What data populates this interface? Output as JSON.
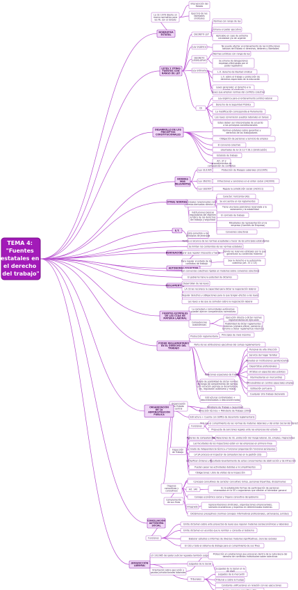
{
  "colors": {
    "accent": "#a21ab8",
    "line": "#b84fd0",
    "node_fill": "#f0d8f6"
  },
  "root": {
    "lines": [
      "TEMA 4:",
      "\"Fuentes",
      "estatales en",
      "el derecho",
      "del trabajo\""
    ]
  },
  "nodes": [
    {
      "id": "n1",
      "lines": [
        "Intervención del",
        "Estado"
      ],
      "level": 3
    },
    {
      "id": "n2",
      "lines": [
        "Ejercicio de las",
        "libertades",
        "sindicales"
      ],
      "level": 3
    },
    {
      "id": "n3",
      "lines": [
        "La CE 1978 diseña un",
        "marco normativo para",
        "las RL con el Estado"
      ],
      "level": 2
    },
    {
      "id": "n4",
      "lines": [
        "NORMATIVA",
        "ESTATAL"
      ],
      "level": 1
    },
    {
      "id": "n5",
      "lines": [
        "Normas con rango de ley"
      ],
      "level": 3
    },
    {
      "id": "n6",
      "lines": [
        "Emana el poder ejecutivo"
      ],
      "level": 3
    },
    {
      "id": "n7",
      "lines": [
        "DECRETO LEY"
      ],
      "level": 2
    },
    {
      "id": "n8",
      "lines": [
        "Aplicable en caso de extrema",
        "necesidad y/o de urgente"
      ],
      "level": 3
    },
    {
      "id": "n9",
      "lines": [
        "No puede afectar al ordenamiento de las instituciones",
        "básicas del Estado ni derechos, deberes y libertades"
      ],
      "level": 3
    },
    {
      "id": "n10",
      "lines": [
        "Ley orgánica"
      ],
      "level": 2
    },
    {
      "id": "n11",
      "lines": [
        "Normas jurídicas con rango de ley"
      ],
      "level": 3
    },
    {
      "id": "n12",
      "lines": [
        "DECRETO",
        "LEGISLATIVO"
      ],
      "level": 2
    },
    {
      "id": "n13",
      "lines": [
        "Se emana de delegaciones",
        "expresas efectuadas por el",
        "poder legislativo"
      ],
      "level": 3
    },
    {
      "id": "n14",
      "lines": [
        "LEYES Y OTRAS",
        "FUENTES CON",
        "RANGO DE LEY"
      ],
      "level": 1
    },
    {
      "id": "n15",
      "lines": [
        "Ley ordinaria"
      ],
      "level": 2
    },
    {
      "id": "n16",
      "lines": [
        "L.O. derecho de libertad sindical"
      ],
      "level": 3
    },
    {
      "id": "n17",
      "lines": [
        "L.O. sobre el trabajo y protección de",
        "derechos especiales de la educación"
      ],
      "level": 3
    },
    {
      "id": "n18",
      "lines": [
        "Leyes generales: el derecho a la",
        "huelga, el sindicato"
      ],
      "level": 3
    },
    {
      "id": "n19",
      "lines": [
        "Leyes que amplían normas del conflicto colectivo"
      ],
      "level": 3
    },
    {
      "id": "n20",
      "lines": [
        "Ley orgánica para el ordenamiento jurídico laboral"
      ],
      "level": 3
    },
    {
      "id": "n21",
      "lines": [
        "Derecho de la Seguridad Pública"
      ],
      "level": 3
    },
    {
      "id": "n22",
      "lines": [
        "La modificación correspondía al Parlamento"
      ],
      "level": 3
    },
    {
      "id": "n23",
      "lines": [
        "Los reyes convinieron puestos laborales en tareas"
      ],
      "level": 3
    },
    {
      "id": "n24",
      "lines": [
        "Estas deben ser interpretadas de acuerdo",
        "a los principios constitucionales"
      ],
      "level": 3
    },
    {
      "id": "n25",
      "lines": [
        "CE"
      ],
      "level": 2
    },
    {
      "id": "n26",
      "lines": [
        "DESARROLLO DE LOS",
        "PRECEPTOS",
        "CONSTITUCIONALES"
      ],
      "level": 1
    },
    {
      "id": "n27",
      "lines": [
        "Normas estatales sobre garantías y",
        "derechos de los trabajadores"
      ],
      "level": 3
    },
    {
      "id": "n28",
      "lines": [
        "Obligación de personas y servicio de empleo"
      ],
      "level": 3
    },
    {
      "id": "n29",
      "lines": [
        "El convenio colectivo"
      ],
      "level": 3
    },
    {
      "id": "n30",
      "lines": [
        "Libertades de la CE 12 Y 28.1 (Sindicación)"
      ],
      "level": 3
    },
    {
      "id": "n31",
      "lines": [
        "Estatuto de trabajo"
      ],
      "level": 3
    },
    {
      "id": "n32",
      "lines": [
        "Art. 37.2",
        "procedimientos de",
        "composición de conflictos"
      ],
      "level": 3
    },
    {
      "id": "n33",
      "lines": [
        "Protección de Riesgos Laborales (31/1995)"
      ],
      "level": 3
    },
    {
      "id": "n34",
      "lines": [
        "Ley 31/1995"
      ],
      "level": 2
    },
    {
      "id": "n35",
      "lines": [
        "NORMAS",
        "MÁS",
        "RELEVANTES"
      ],
      "level": 1
    },
    {
      "id": "n36",
      "lines": [
        "Infracciones y sanciones en el orden social (14/2000)"
      ],
      "level": 3
    },
    {
      "id": "n37",
      "lines": [
        "Ley 36/2011"
      ],
      "level": 2
    },
    {
      "id": "n38",
      "lines": [
        "Regula la jurisdicción social (14/2011)"
      ],
      "level": 3
    },
    {
      "id": "n39",
      "lines": [
        "Ley 18/2007"
      ],
      "level": 2
    },
    {
      "id": "n40",
      "lines": [
        "Caracter: horizontal (AS)"
      ],
      "level": 3
    },
    {
      "id": "n41",
      "lines": [
        "Principales relacionados con",
        "normas derivadas directa y"
      ],
      "level": 2
    },
    {
      "id": "n42",
      "lines": [
        "OTRAS NORMAS"
      ],
      "level": 1
    },
    {
      "id": "n43",
      "lines": [
        "Se encuentra en los reglamentos"
      ],
      "level": 3
    },
    {
      "id": "n44",
      "lines": [
        "Tiene una base posiciones reservada a la",
        "autonomía y la estabilidad"
      ],
      "level": 3
    },
    {
      "id": "n45",
      "lines": [
        "El contrato de trabajo"
      ],
      "level": 3
    },
    {
      "id": "n46",
      "lines": [
        "Instituciones básicas",
        "reguladoras del régimen",
        "jurídico de los derechos",
        "del trabajo y seguridad"
      ],
      "level": 2
    },
    {
      "id": "n47",
      "lines": [
        "Potestades de representación en la",
        "empresa (Comités de Empresa)"
      ],
      "level": 3
    },
    {
      "id": "n48",
      "lines": [
        "Convenios colectivos"
      ],
      "level": 3
    },
    {
      "id": "n49",
      "lines": [
        "E.T."
      ],
      "level": 1
    },
    {
      "id": "n50",
      "lines": [
        "Está sometido a los",
        "principios de jerarquía"
      ],
      "level": 2
    },
    {
      "id": "n51",
      "lines": [
        "Norma el alcance de las normas aceptadas y hacer de los principios estatutarios"
      ],
      "level": 3
    },
    {
      "id": "n52",
      "lines": [
        "Se limitan los contenidos de las normas estatales"
      ],
      "level": 3
    },
    {
      "id": "n53",
      "lines": [
        "DEROGACIÓN ORDENADORA"
      ],
      "level": 1
    },
    {
      "id": "n54",
      "lines": [
        "Lograr que regulen impuesto y fuerza"
      ],
      "level": 2
    },
    {
      "id": "n55",
      "lines": [
        "Donde las reservas estatales por lo que",
        "garantizan su contenido material"
      ],
      "level": 3
    },
    {
      "id": "n56",
      "lines": [
        "Para regular el estado de los",
        "contratos de trabajo"
      ],
      "level": 2
    },
    {
      "id": "n57",
      "lines": [
        "Sea la derecho a la autonomía",
        "colectiva (art. 37.1 CE)"
      ],
      "level": 3
    },
    {
      "id": "n58",
      "lines": [
        "AUTONOMÍA COLECTIVA"
      ],
      "level": 1
    },
    {
      "id": "n59",
      "lines": [
        "Son convenios colectivos rígidos en materias sobre convenios colectivos"
      ],
      "level": 3
    },
    {
      "id": "n60",
      "lines": [
        "El gobierno tiene la potestad de dictarlos"
      ],
      "level": 3
    },
    {
      "id": "n61",
      "lines": [
        "REGLAMENTOS"
      ],
      "level": 1
    },
    {
      "id": "n62",
      "lines": [
        "Desarrollan de las leyes"
      ],
      "level": 3
    },
    {
      "id": "n63",
      "lines": [
        "LA CE las reconoce la capacidad para dictar la negociación laboral"
      ],
      "level": 3
    },
    {
      "id": "n64",
      "lines": [
        "Regular derechos y obligaciones para lo que tengan efectos a las leyes"
      ],
      "level": 3
    },
    {
      "id": "n65",
      "lines": [
        "Las leyes a las que se someten sobre la negociación laboral"
      ],
      "level": 3
    },
    {
      "id": "n66",
      "lines": [
        "La sociedad y comunidades autónomas",
        "pueden ejercer competencias normativas"
      ],
      "level": 3
    },
    {
      "id": "n67",
      "lines": [
        "FUENTES ESTATALES",
        "DE LAS CCAA EN",
        "MATERIA LABORAL"
      ],
      "level": 1
    },
    {
      "id": "n68",
      "lines": [
        "Ejecución directa o dictar normas",
        "reglamentarias de ejecución"
      ],
      "level": 3
    },
    {
      "id": "n69",
      "lines": [
        "Competencias",
        "autonómicas"
      ],
      "level": 2
    },
    {
      "id": "n70",
      "lines": [
        "Posibilidad de dictar reglamentos",
        "internos (cámara oficial, comercio y",
        "turismo a dictar reglamentos internos)"
      ],
      "level": 3
    },
    {
      "id": "n71",
      "lines": [
        "Principios de nivel máximo"
      ],
      "level": 3
    },
    {
      "id": "n72",
      "lines": [
        "Producción reglamentaria"
      ],
      "level": 2
    },
    {
      "id": "n73",
      "lines": [
        "PODER REGLAMENTARIO",
        "EN EL DERECHO DEL",
        "TRABAJO"
      ],
      "level": 1
    },
    {
      "id": "n74",
      "lines": [
        "Parte de las atribuciones ejecutivas del campo reglamentario"
      ],
      "level": 2
    },
    {
      "id": "n75",
      "lines": [
        "Personal de alta dirección"
      ],
      "level": 3
    },
    {
      "id": "n76",
      "lines": [
        "Servicio del hogar familiar"
      ],
      "level": 3
    },
    {
      "id": "n77",
      "lines": [
        "Penados en instituciones penitenciarias"
      ],
      "level": 3
    },
    {
      "id": "n78",
      "lines": [
        "Deportistas profesionales"
      ],
      "level": 3
    },
    {
      "id": "n79",
      "lines": [
        "Artistas en espectáculos públicos"
      ],
      "level": 3
    },
    {
      "id": "n80",
      "lines": [
        "Relaciones especiales de trabajo"
      ],
      "level": 2
    },
    {
      "id": "n81",
      "lines": [
        "Intermediarios en mercantiles"
      ],
      "level": 3
    },
    {
      "id": "n82",
      "lines": [
        "Minusválidos en centros especiales empleo"
      ],
      "level": 3
    },
    {
      "id": "n83",
      "lines": [
        "Estibación portuaria"
      ],
      "level": 3
    },
    {
      "id": "n84",
      "lines": [
        "Cualquier otro trabajo declarado"
      ],
      "level": 3
    },
    {
      "id": "n85",
      "lines": [
        "Grado de posibilidad de dictar normas",
        "de rango de complemento de normas",
        "con vocación expresa (a desarrollo de",
        "ley, regulación autónoma y mixta)"
      ],
      "level": 2
    },
    {
      "id": "n86",
      "lines": [
        "Estructuras centralizadas +",
        "descentralizadas o desconcentradas"
      ],
      "level": 2
    },
    {
      "id": "n87",
      "lines": [
        "Ministerio de Trabajo y Seguridad",
        "Social + Empleo SAE"
      ],
      "level": 3
    },
    {
      "id": "n88",
      "lines": [
        "Dirección técnica + Ministerio de Trabajo (1993)"
      ],
      "level": 2
    },
    {
      "id": "n89",
      "lines": [
        "Organización",
        "en Estado",
        "central"
      ],
      "level": 2
    },
    {
      "id": "n90",
      "lines": [
        "ORGANIZACIÓN",
        "DE LA",
        "ADMINISTRACIÓN",
        "PÚBLICA"
      ],
      "level": 1
    },
    {
      "id": "n91",
      "lines": [
        "Estructura + Cuenta con SEPES de desarrollo reglamentario"
      ],
      "level": 3
    },
    {
      "id": "n92",
      "lines": [
        "Vela por el cumplimiento de las normas de materias laborales y del orden Social del Derecho"
      ],
      "level": 3
    },
    {
      "id": "n93",
      "lines": [
        "Funciones"
      ],
      "level": 2
    },
    {
      "id": "n94",
      "lines": [
        "Propuesta de sanciones legales ante las empresas del estado"
      ],
      "level": 3
    },
    {
      "id": "n95",
      "lines": [
        "Materias de competencias"
      ],
      "level": 2
    },
    {
      "id": "n96",
      "lines": [
        "RL, Relaciones de CE, protección del riesgo laboral, SS, empleo, migraciones"
      ],
      "level": 3
    },
    {
      "id": "n97",
      "lines": [
        "Inspección",
        "de Trabajo"
      ],
      "level": 2
    },
    {
      "id": "n98",
      "lines": [
        "Las facultades de los inspectores están en las empresas en primera línea"
      ],
      "level": 3
    },
    {
      "id": "n99",
      "lines": [
        "Grado de independencia técnica y funcional (organización funcional jerárquica)"
      ],
      "level": 3
    },
    {
      "id": "n100",
      "lines": [
        "LA SA proceso al inspector de competencias en la gestión (SS)"
      ],
      "level": 3
    },
    {
      "id": "n101",
      "lines": [
        "Se tipifican órdenes y sus"
      ],
      "level": 3
    },
    {
      "id": "n102",
      "lines": [
        "Resultado levantamiento de actas concernientes de obstrucción y de infracción"
      ],
      "level": 3
    },
    {
      "id": "n103",
      "lines": [
        "Pueden pasar las actividades debidas a incumplimientos"
      ],
      "level": 3
    },
    {
      "id": "n104",
      "lines": [
        "Obligaciones: Libro de visitas de la Inspección"
      ],
      "level": 3
    },
    {
      "id": "n105",
      "lines": [
        "Consejo económico de la FAF"
      ],
      "level": 3
    },
    {
      "id": "n106",
      "lines": [
        "Concejos consultivos de carácter consultivo: Entes, personas tripartitas, disciplinarias"
      ],
      "level": 3
    },
    {
      "id": "n107",
      "lines": [
        "Art. 140"
      ],
      "level": 2
    },
    {
      "id": "n108",
      "lines": [
        "Es lo establecido formas de participación de personas",
        "interesadas en la SS u organismos que afecten al bienestar general"
      ],
      "level": 3
    },
    {
      "id": "n109",
      "lines": [
        "Órganos",
        "consultivos y",
        "consultivos"
      ],
      "level": 2
    },
    {
      "id": "n110",
      "lines": [
        "Consejo económico social y Órgano consultivo del gobierno"
      ],
      "level": 3
    },
    {
      "id": "n111",
      "lines": [
        "Complemento",
        "de sus fines"
      ],
      "level": 2
    },
    {
      "id": "n112",
      "lines": [
        "Integrado"
      ],
      "level": 2
    },
    {
      "id": "n113",
      "lines": [
        "representaciones sindicales, organizaciones empresariales,",
        "sectores económicos y expertos en determinadas materias"
      ],
      "level": 3
    },
    {
      "id": "n114",
      "lines": [
        "Dictámenes preceptivos (normas consejos informativos profesionales, extranjeros, juristas)"
      ],
      "level": 3
    },
    {
      "id": "n115",
      "lines": [
        "CONCILIACIÓN",
        "AUTÓNOMA",
        "SOCIAL"
      ],
      "level": 1
    },
    {
      "id": "n116",
      "lines": [
        "Emite dictamen sobre ante proyectos de leyes que regulan materias socioeconómicas y laborales"
      ],
      "level": 3
    },
    {
      "id": "n117",
      "lines": [
        "Emite dictamen en asuntos que le remiten y consulta el Gobierno"
      ],
      "level": 3
    },
    {
      "id": "n118",
      "lines": [
        "Funciones"
      ],
      "level": 2
    },
    {
      "id": "n119",
      "lines": [
        "Elaborar estudios e informes de diversas materias significativas, ciencias sociales"
      ],
      "level": 3
    },
    {
      "id": "n120",
      "lines": [
        "El CES y todo el sistema de diálogo para el cumplimiento de sus fines"
      ],
      "level": 3
    },
    {
      "id": "n121",
      "lines": [
        "LO 10/1985 del poder judicial regulaba también juzgados y tribunales"
      ],
      "level": 2
    },
    {
      "id": "n122",
      "lines": [
        "Orientación sobre ejecución y",
        "pautas jurisdiccionales laborales"
      ],
      "level": 2
    },
    {
      "id": "n123",
      "lines": [
        "Protección en prestaciones que provocan dentro de la naturaleza del",
        "derecho de conflictos individuales sobre colectivos"
      ],
      "level": 3
    },
    {
      "id": "n124",
      "lines": [
        "JURISDICCIÓN",
        "LABORAL"
      ],
      "level": 1
    },
    {
      "id": "n125",
      "lines": [
        "Juzgados de lo Social"
      ],
      "level": 2
    },
    {
      "id": "n126",
      "lines": [
        "Juzgados de lo Social en la",
        "de nivel"
      ],
      "level": 3
    },
    {
      "id": "n127",
      "lines": [
        "Juzgados de lo mercantil"
      ],
      "level": 3
    },
    {
      "id": "n128",
      "lines": [
        "Tribunal a sobre la huelga"
      ],
      "level": 3
    },
    {
      "id": "n129",
      "lines": [
        "Tribunales"
      ],
      "level": 2
    },
    {
      "id": "n130",
      "lines": [
        "Constante unificaciones en relación con las ejecuciones"
      ],
      "level": 3
    },
    {
      "id": "n131",
      "lines": [
        "Norma procesal específica LRJS"
      ],
      "level": 3
    }
  ]
}
